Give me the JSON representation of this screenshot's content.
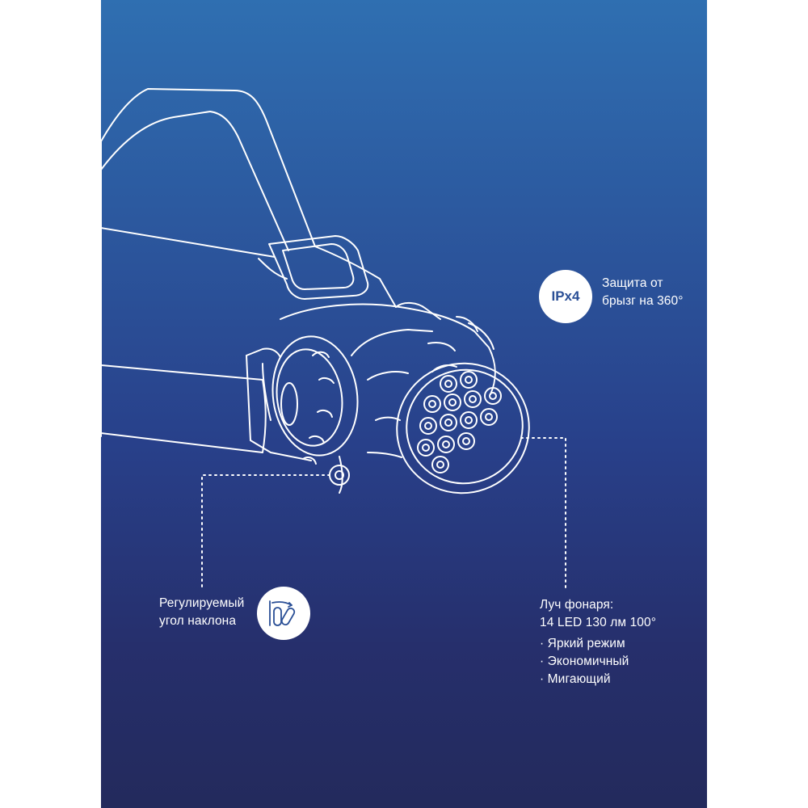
{
  "ip_callout": {
    "badge": "IPx4",
    "line1": "Защита от",
    "line2": "брызг на 360°"
  },
  "tilt_callout": {
    "line1": "Регулируемый",
    "line2": "угол наклона",
    "icon": "tilt-angle-icon"
  },
  "beam_callout": {
    "line1": "Луч фонаря:",
    "line2": "14 LED 130 лм 100°",
    "modes": [
      "Яркий режим",
      "Экономичный",
      "Мигающий"
    ]
  },
  "illustration": "headlamp-line-drawing",
  "colors": {
    "background_top": "#2f6fb1",
    "background_bottom": "#232a5c",
    "line": "#ffffff",
    "badge_text": "#2a4f96"
  }
}
